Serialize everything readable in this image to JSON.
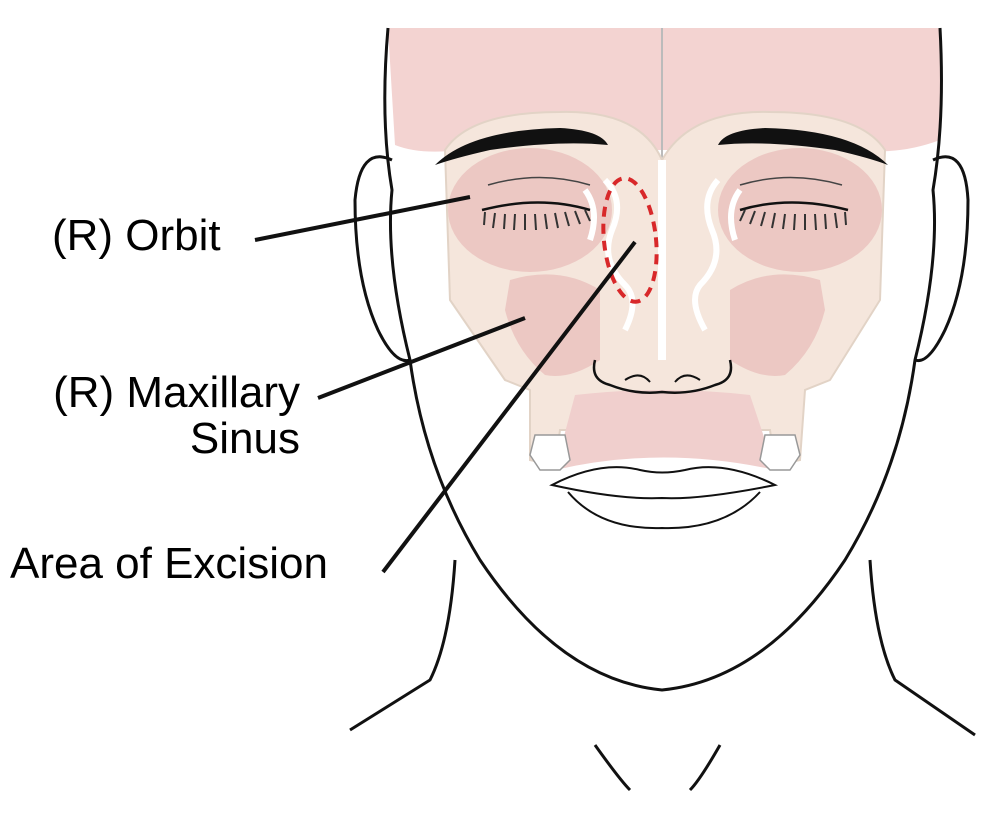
{
  "labels": {
    "orbit": "(R) Orbit",
    "maxillary_line1": "(R) Maxillary",
    "maxillary_line2": "Sinus",
    "excision": "Area of Excision"
  },
  "colors": {
    "line": "#111111",
    "sinus_fill": "#f0cfcd",
    "bone_fill": "#f5e6dc",
    "orbit_fill": "#ecc8c3",
    "excision_outline": "#d8282a",
    "skin": "#ffffff"
  }
}
